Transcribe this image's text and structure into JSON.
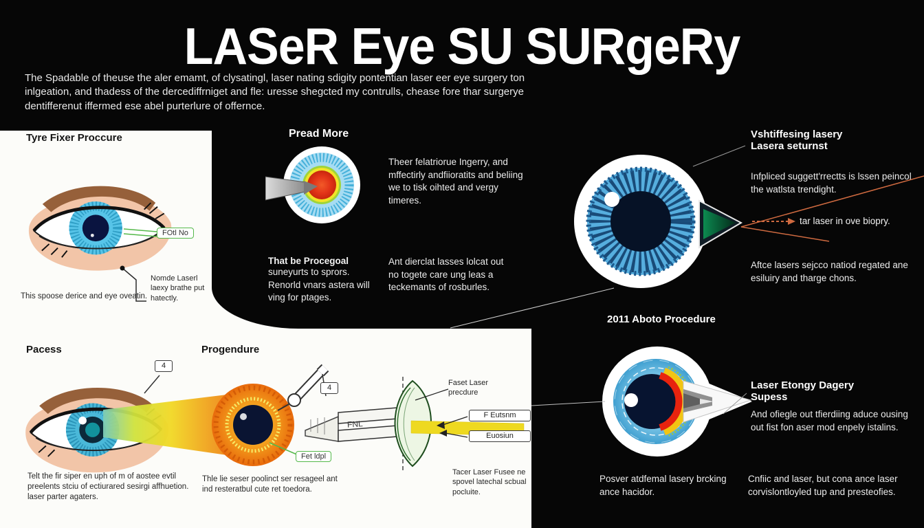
{
  "title": "LASeR Eye SU SURgeRy",
  "intro": "The Spadable of theuse the aler emamt, of clysatingl, laser nating sdigity pontentian laser eer eye surgery ton inlgeation, and thadess of the dercediffrniget and fle: uresse shegcted my contrulls, chease fore thar surgerye dentifferenut iffermed ese abel purterlure of offernce.",
  "colors": {
    "background": "#060606",
    "panel": "#fcfcf9",
    "accent_orange": "#cf6a40",
    "tag_green": "#54b84a",
    "beam_yellow": "#eed920"
  },
  "top_left": {
    "heading": "Tyre Fixer Proccure",
    "tag": "FOtl No",
    "note": "Nomde Laserl laexy brathe put hatectly.",
    "caption": "This spoose derice and eye oveatin."
  },
  "pread_more": {
    "heading": "Pread More",
    "para_right": "Theer felatriorue Ingerry, and mffectirly andfiioratits and beliing we to tisk oihted and vergy timeres.",
    "bold_lead": "That be Procegoal",
    "para_left": "suneyurts to sprors. Renorld vnars astera will ving for ptages.",
    "para_right2": "Ant dierclat lasses lolcat out no togete care ung leas a teckemants of rosburles."
  },
  "right_top": {
    "heading1": "Vshtiffesing lasery",
    "heading2": "Lasera seturnst",
    "para1": "Infpliced suggett'rrectts is lssen peincol the watlsta trendight.",
    "arrow_label": "tar laser in ove biopry.",
    "para2": "Aftce lasers sejcco natiod regated ane esiluiry and tharge chons."
  },
  "middle": {
    "heading": "2011 Aboto Procedure"
  },
  "bottom_left": {
    "heading": "Pacess",
    "tag4": "4",
    "caption": "Telt the fir siper en uph of m of aostee evtil preelents stciu of ectiurared sesirgi affhuetion. laser parter agaters."
  },
  "progendure": {
    "heading": "Progendure",
    "tag4": "4",
    "instrument_label": "FNL",
    "tag_green": "Fet ldpl",
    "caption": "Thle lie seser poolinct ser resageel ant ind resteratbul cute ret toedora."
  },
  "cornea": {
    "label": "Faset Laser precdure",
    "box1": "F Eutsnm",
    "box2": "Euosiun",
    "caption": "Tacer Laser Fusee ne spovel latechal scbual pocluite."
  },
  "bottom_right": {
    "heading1": "Laser Etongy Dagery",
    "heading2": "Supess",
    "para": "And ofiegle out tfierdiing aduce ousing out fist fon aser mod enpely istalins.",
    "caption1": "Posver atdfemal lasery brcking ance hacidor.",
    "caption2": "Cnfiic and laser, but cona ance laser corvislontloyled tup and presteofies."
  }
}
